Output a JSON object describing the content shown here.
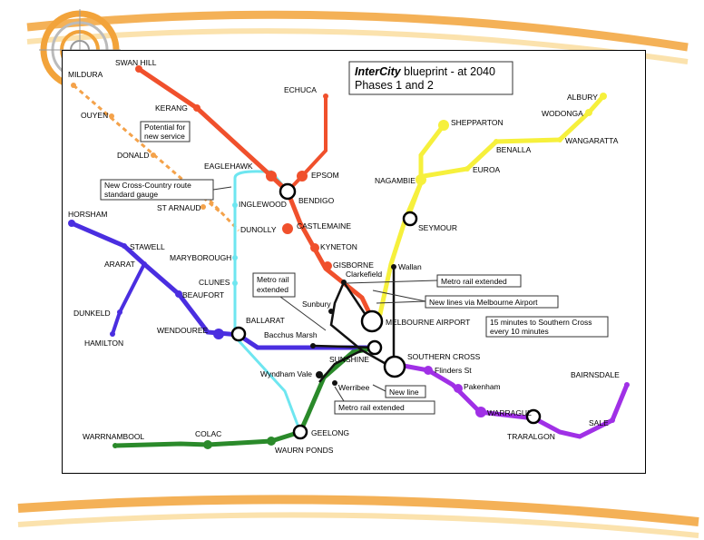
{
  "title": {
    "em": "InterCity",
    "rest": " blueprint - at 2040",
    "sub": "Phases 1 and 2"
  },
  "stations": {
    "mildura": "MILDURA",
    "swan_hill": "SWAN HILL",
    "kerang": "KERANG",
    "ouyen": "OUYEN",
    "donald": "DONALD",
    "st_arnaud": "ST ARNAUD",
    "echuca": "ECHUCA",
    "eaglehawk": "EAGLEHAWK",
    "epsom": "EPSOM",
    "bendigo": "BENDIGO",
    "inglewood": "INGLEWOOD",
    "dunolly": "DUNOLLY",
    "castlemaine": "CASTLEMAINE",
    "kyneton": "KYNETON",
    "gisborne": "GISBORNE",
    "horsham": "HORSHAM",
    "stawell": "STAWELL",
    "ararat": "ARARAT",
    "maryborough": "MARYBOROUGH",
    "clunes": "CLUNES",
    "beaufort": "BEAUFORT",
    "dunkeld": "DUNKELD",
    "hamilton": "HAMILTON",
    "wendouree": "WENDOUREE",
    "ballarat": "BALLARAT",
    "bacchus_marsh": "Bacchus Marsh",
    "sunbury": "Sunbury",
    "clarkefield": "Clarkefield",
    "wallan": "Wallan",
    "melbourne_airport": "MELBOURNE AIRPORT",
    "sunshine": "SUNSHINE",
    "southern_cross": "SOUTHERN CROSS",
    "flinders_st": "Flinders St",
    "pakenham": "Pakenham",
    "wyndham_vale": "Wyndham Vale",
    "werribee": "Werribee",
    "geelong": "GEELONG",
    "waurn_ponds": "WAURN PONDS",
    "colac": "COLAC",
    "warrnambool": "WARRNAMBOOL",
    "warragul": "WARRAGUL",
    "traralgon": "TRARALGON",
    "sale": "SALE",
    "bairnsdale": "BAIRNSDALE",
    "shepparton": "SHEPPARTON",
    "nagambie": "NAGAMBIE",
    "euroa": "EUROA",
    "benalla": "BENALLA",
    "wangaratta": "WANGARATTA",
    "wodonga": "WODONGA",
    "albury": "ALBURY",
    "seymour": "SEYMOUR"
  },
  "callouts": {
    "potential": [
      "Potential for",
      "new service"
    ],
    "cross_country": [
      "New Cross-Country route",
      "standard gauge"
    ],
    "metro_extended_left": [
      "Metro rail",
      "extended"
    ],
    "metro_extended_top": "Metro rail extended",
    "airport_lines": "New lines via Melbourne Airport",
    "airport_freq": [
      "15 minutes to Southern Cross",
      "every 10 minutes"
    ],
    "new_line": "New line",
    "metro_extended_bottom": "Metro rail extended"
  },
  "colors": {
    "bendigo_line": "#f0502c",
    "mildura_line": "#f4a24a",
    "ballarat_line": "#6ee6f0",
    "western_line": "#4a2ee0",
    "north_east_line": "#f6f03c",
    "gippsland_line": "#a030e6",
    "geelong_line": "#2a8a2a",
    "metro_line": "#111111",
    "decor_orange": "#f2a33a"
  }
}
